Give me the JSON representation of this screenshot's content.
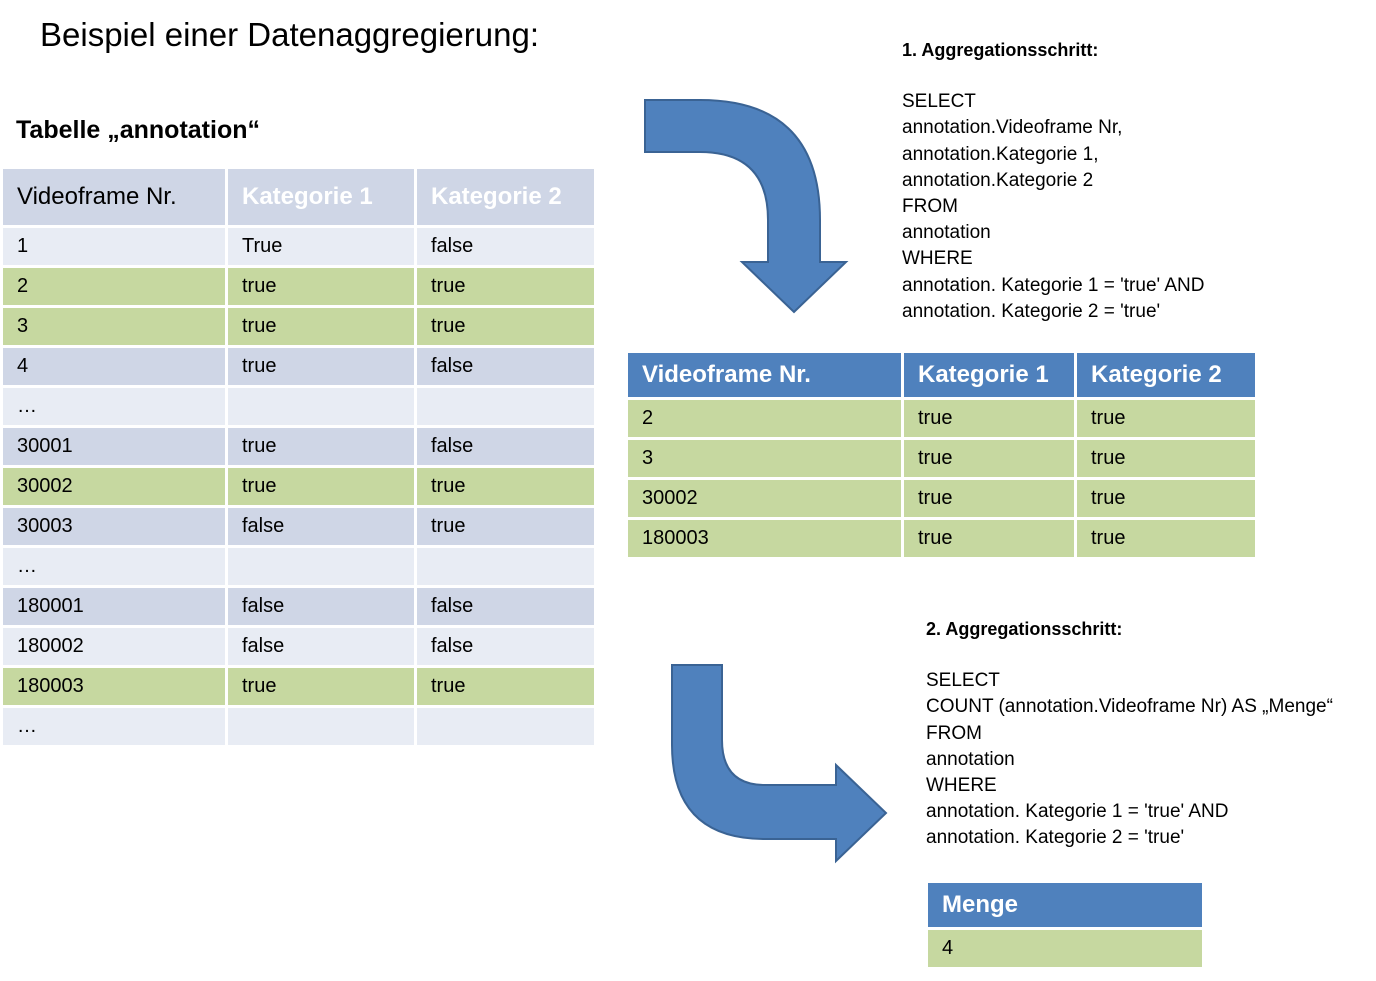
{
  "title": "Beispiel einer Datenaggregierung:",
  "subtitle": "Tabelle „annotation“",
  "colors": {
    "header_blue": "#4f81bd",
    "row_green": "#c6d8a0",
    "row_blue": "#cfd6e6",
    "row_light": "#e8ecf4"
  },
  "main_table": {
    "headers": [
      "Videoframe Nr.",
      "Kategorie 1",
      "Kategorie 2"
    ],
    "rows": [
      [
        "1",
        "True",
        "false"
      ],
      [
        "2",
        "true",
        "true"
      ],
      [
        "3",
        "true",
        "true"
      ],
      [
        "4",
        "true",
        "false"
      ],
      [
        "…",
        "",
        ""
      ],
      [
        "30001",
        "true",
        "false"
      ],
      [
        "30002",
        "true",
        "true"
      ],
      [
        "30003",
        "false",
        "true"
      ],
      [
        "…",
        "",
        ""
      ],
      [
        "180001",
        "false",
        "false"
      ],
      [
        "180002",
        "false",
        "false"
      ],
      [
        "180003",
        "true",
        "true"
      ],
      [
        "…",
        "",
        ""
      ]
    ]
  },
  "step1": {
    "heading": "1.  Aggregationsschritt:",
    "lines": [
      "SELECT",
      "annotation.Videoframe Nr,",
      "annotation.Kategorie 1,",
      "annotation.Kategorie 2",
      "FROM",
      "annotation",
      "WHERE",
      "annotation. Kategorie 1 = 'true' AND",
      "annotation. Kategorie 2 = 'true'"
    ]
  },
  "result_table": {
    "headers": [
      "Videoframe Nr.",
      "Kategorie 1",
      "Kategorie 2"
    ],
    "rows": [
      [
        "2",
        "true",
        "true"
      ],
      [
        "3",
        "true",
        "true"
      ],
      [
        "30002",
        "true",
        "true"
      ],
      [
        "180003",
        "true",
        "true"
      ]
    ]
  },
  "step2": {
    "heading": "2.  Aggregationsschritt:",
    "lines": [
      "SELECT",
      "COUNT (annotation.Videoframe Nr) AS „Menge“",
      "FROM",
      "annotation",
      "WHERE",
      "annotation. Kategorie 1 = 'true' AND",
      "annotation. Kategorie 2 = 'true'"
    ]
  },
  "count_table": {
    "header": "Menge",
    "value": "4"
  }
}
